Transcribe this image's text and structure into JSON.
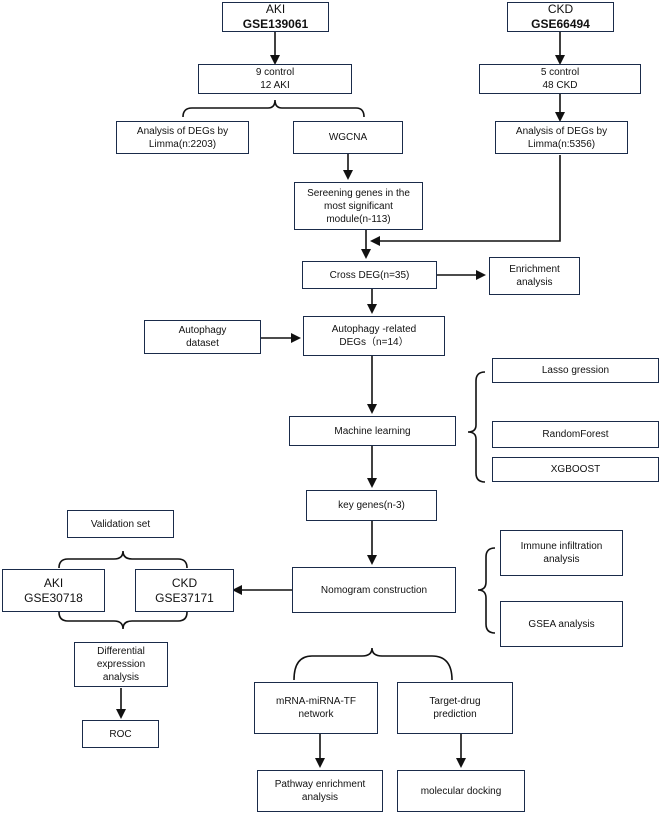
{
  "nodes": {
    "aki_dataset": {
      "lines": [
        "AKI",
        "GSE139061"
      ]
    },
    "ckd_dataset": {
      "lines": [
        "CKD",
        "GSE66494"
      ]
    },
    "aki_samples": {
      "lines": [
        "9 control",
        "12  AKI"
      ]
    },
    "ckd_samples": {
      "lines": [
        "5 control",
        "48  CKD"
      ]
    },
    "aki_degs": {
      "lines": [
        "Analysis of DEGs by",
        "Limma(n:2203)"
      ]
    },
    "wgcna": {
      "lines": [
        "WGCNA"
      ]
    },
    "ckd_degs": {
      "lines": [
        "Analysis of DEGs by",
        "Limma(n:5356)"
      ]
    },
    "screening": {
      "lines": [
        "Sereening genes in the",
        "most significant",
        "module(n-113)"
      ]
    },
    "cross_deg": {
      "lines": [
        "Cross DEG(n=35)"
      ]
    },
    "enrichment": {
      "lines": [
        "Enrichment",
        "analysis"
      ]
    },
    "autophagy_dataset": {
      "lines": [
        "Autophagy",
        "dataset"
      ]
    },
    "autophagy_degs": {
      "lines": [
        "Autophagy -related",
        "DEGs（n=14）"
      ]
    },
    "machine_learning": {
      "lines": [
        "Machine learning"
      ]
    },
    "lasso": {
      "lines": [
        "Lasso gression"
      ]
    },
    "randomforest": {
      "lines": [
        "RandomForest"
      ]
    },
    "xgboost": {
      "lines": [
        "XGBOOST"
      ]
    },
    "key_genes": {
      "lines": [
        "key genes(n-3)"
      ]
    },
    "validation_set": {
      "lines": [
        "Validation set"
      ]
    },
    "aki_validation": {
      "lines": [
        "AKI",
        "GSE30718"
      ]
    },
    "ckd_validation": {
      "lines": [
        "CKD",
        "GSE37171"
      ]
    },
    "nomogram": {
      "lines": [
        "Nomogram construction"
      ]
    },
    "immune": {
      "lines": [
        "Immune infiltration",
        "analysis"
      ]
    },
    "gsea": {
      "lines": [
        "GSEA analysis"
      ]
    },
    "differential": {
      "lines": [
        "Differential",
        "expression",
        "analysis"
      ]
    },
    "roc": {
      "lines": [
        "ROC"
      ]
    },
    "network": {
      "lines": [
        "mRNA-miRNA-TF",
        "network"
      ]
    },
    "target_drug": {
      "lines": [
        "Target-drug",
        "prediction"
      ]
    },
    "pathway": {
      "lines": [
        "Pathway enrichment",
        "analysis"
      ]
    },
    "docking": {
      "lines": [
        "molecular docking"
      ]
    }
  },
  "colors": {
    "border": "#1a2b4a",
    "edge": "#111111"
  }
}
